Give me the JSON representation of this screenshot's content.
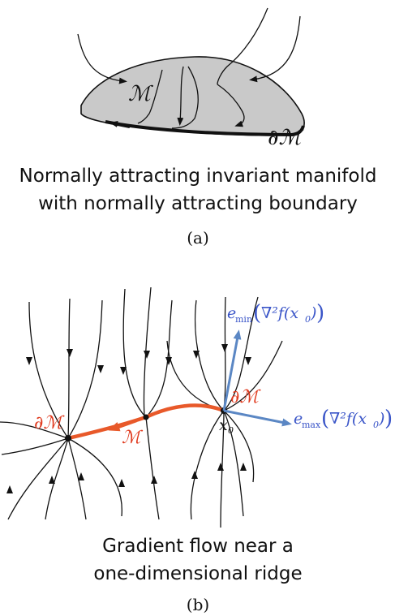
{
  "panel_a": {
    "manifold_label": "ℳ",
    "boundary_label": "∂ℳ",
    "caption_line1": "Normally attracting invariant manifold",
    "caption_line2": "with normally attracting boundary",
    "tag": "(a)"
  },
  "panel_b": {
    "boundary_label_left": "∂ℳ",
    "boundary_label_right": "∂ℳ",
    "manifold_label": "ℳ",
    "point_label": "x",
    "point_label_sub": "0",
    "e_min_label": "e",
    "e_min_sub": "min",
    "e_max_label": "e",
    "e_max_sub": "max",
    "hessian_label": "∇²f(x",
    "hessian_sub": "0",
    "hessian_close": ")",
    "caption_line1": "Gradient flow near a",
    "caption_line2": "one-dimensional ridge",
    "tag": "(b)"
  },
  "colors": {
    "manifold_fill": "#c9c9c9",
    "ridge": "#e8592a",
    "eigen_arrow": "#5b87c4",
    "eigen_text": "#3a55c8",
    "boundary_text": "#e03a1e"
  }
}
